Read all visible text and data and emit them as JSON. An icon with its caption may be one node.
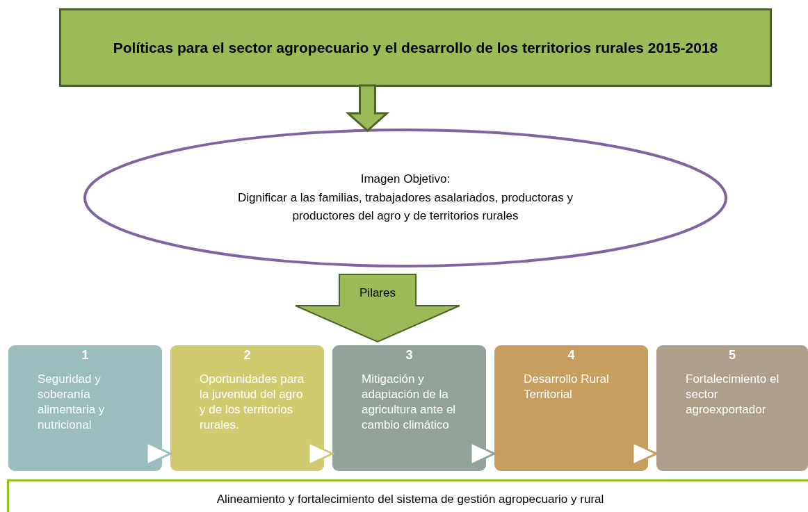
{
  "diagram": {
    "nodes": [
      {
        "text": [
          "Políticas para el sector agropecuario y el desarrollo de los territorios rurales 2015-2018"
        ]
      },
      {
        "text": [
          "Imagen Objetivo:",
          "Dignificar a las familias, trabajadores asalariados, productoras y productores del agro y de territorios rurales"
        ]
      },
      {
        "text": [
          "1",
          "Seguridad y soberanía alimentaria y nutricional"
        ]
      },
      {
        "text": [
          "2",
          "Oportunidades para la juventud del agro y de los territorios rurales."
        ]
      },
      {
        "text": [
          "3",
          "Mitigación y adaptación de la agricultura ante el cambio climático"
        ]
      },
      {
        "text": [
          "4",
          "Desarrollo Rural Territorial"
        ]
      },
      {
        "text": [
          "5",
          "Fortalecimiento el sector agroexportador"
        ]
      },
      {
        "text": [
          "Alineamiento y fortalecimiento del sistema de gestión agropecuario y rural"
        ]
      }
    ],
    "edges": [
      {
        "from": 0,
        "to": 1,
        "arrow": "to",
        "style": "thick"
      },
      {
        "from": 1,
        "to": 4,
        "arrow": "to",
        "style": "thick",
        "label": "Pilares"
      },
      {
        "from": 2,
        "to": 3,
        "arrow": "to"
      },
      {
        "from": 3,
        "to": 4,
        "arrow": "to"
      },
      {
        "from": 4,
        "to": 5,
        "arrow": "to"
      },
      {
        "from": 5,
        "to": 6,
        "arrow": "to"
      }
    ]
  }
}
